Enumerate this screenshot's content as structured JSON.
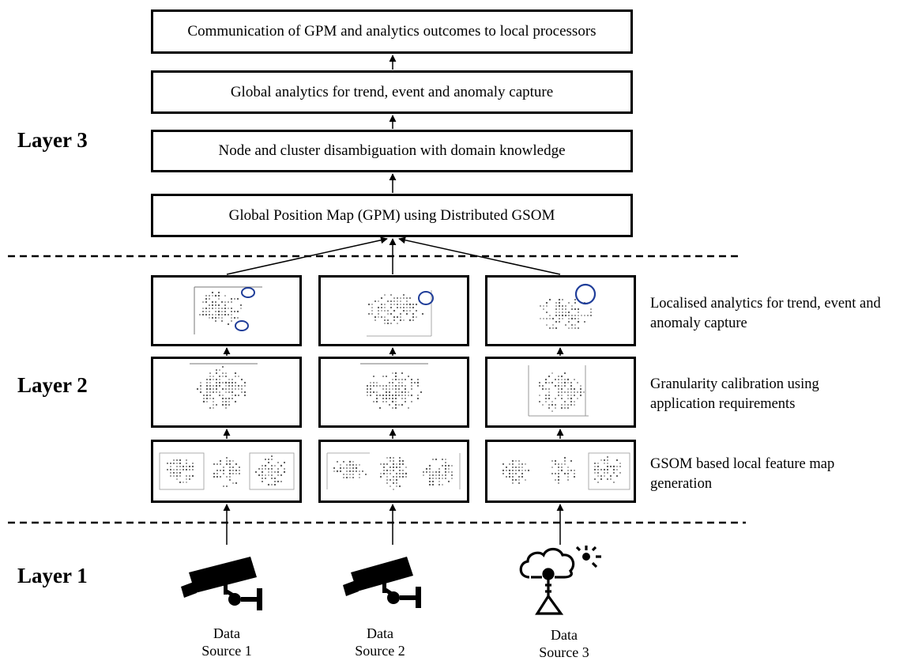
{
  "layers": {
    "layer3": "Layer 3",
    "layer2": "Layer 2",
    "layer1": "Layer 1"
  },
  "layer3_steps": {
    "communication": "Communication of GPM and analytics outcomes to local processors",
    "global_analytics": "Global analytics for trend, event and anomaly capture",
    "disambiguation": "Node and cluster disambiguation with domain knowledge",
    "gpm": "Global Position Map (GPM) using Distributed GSOM"
  },
  "layer2_steps": {
    "localised_line1": "Localised analytics for trend, event and",
    "localised_line2": "anomaly capture",
    "granularity_line1": "Granularity calibration using",
    "granularity_line2": "application requirements",
    "gsom_line1": "GSOM based local feature map",
    "gsom_line2": "generation"
  },
  "sources": [
    {
      "line1": "Data",
      "line2": "Source 1",
      "icon": "cctv-camera-icon"
    },
    {
      "line1": "Data",
      "line2": "Source 2",
      "icon": "cctv-camera-icon"
    },
    {
      "line1": "Data",
      "line2": "Source 3",
      "icon": "weather-sensor-icon"
    }
  ],
  "colors": {
    "border": "#000000",
    "highlight_circle": "#1f3d99",
    "dot": "#555555"
  }
}
